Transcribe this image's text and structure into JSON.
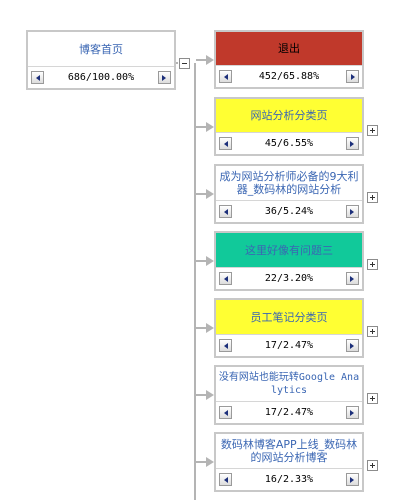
{
  "root": {
    "title": "博客首页",
    "stat": "686/100.00%"
  },
  "children": [
    {
      "title": "退出",
      "stat": "452/65.88%",
      "bg": "#c0392b",
      "fg": "#000000"
    },
    {
      "title": "网站分析分类页",
      "stat": "45/6.55%",
      "bg": "#ffff33",
      "fg": "#3a66b3"
    },
    {
      "title": "成为网站分析师必备的9大利器_数码林的网站分析",
      "stat": "36/5.24%",
      "bg": "#ffffff",
      "fg": "#3a66b3"
    },
    {
      "title": "这里好像有问题三",
      "stat": "22/3.20%",
      "bg": "#11c99a",
      "fg": "#3a66b3"
    },
    {
      "title": "员工笔记分类页",
      "stat": "17/2.47%",
      "bg": "#ffff33",
      "fg": "#3a66b3"
    },
    {
      "title": "没有网站也能玩转Google Analytics",
      "stat": "17/2.47%",
      "bg": "#ffffff",
      "fg": "#3a66b3"
    },
    {
      "title": "数码林博客APP上线_数码林的网站分析博客",
      "stat": "16/2.33%",
      "bg": "#ffffff",
      "fg": "#3a66b3"
    }
  ]
}
